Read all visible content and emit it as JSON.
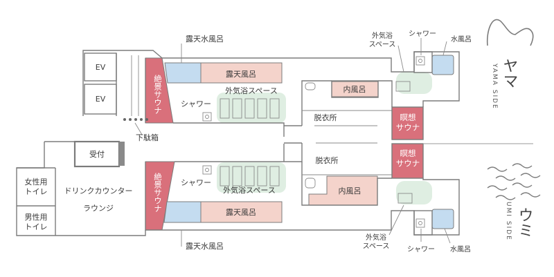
{
  "labels": {
    "rotenmizuburo_top": "露天水風呂",
    "rotenburo_top": "露天風呂",
    "sotokiyoku_top": "外気浴スペース",
    "shower_top": "シャワー",
    "zekkei_top": "絶景サウナ",
    "naiburo_top": "内風呂",
    "datsuijo_top": "脱衣所",
    "meiso_top": "瞑想サウナ",
    "meiso_bottom": "瞑想サウナ",
    "datsuijo_bottom": "脱衣所",
    "naiburo_bottom": "内風呂",
    "zekkei_bottom": "絶景サウナ",
    "shower_bottom": "シャワー",
    "sotokiyoku_bottom": "外気浴スペース",
    "rotenburo_bottom": "露天風呂",
    "rotenmizuburo_bottom": "露天水風呂",
    "ev1": "EV",
    "ev2": "EV",
    "getabako": "下駄箱",
    "uketsuke": "受付",
    "drink_counter": "ドリンクカウンター",
    "lounge": "ラウンジ",
    "women_toilet": "女性用トイレ",
    "men_toilet": "男性用トイレ",
    "ext_sotokiyoku_top": "外気浴スペース",
    "ext_shower_top": "シャワー",
    "ext_mizuburo_top": "水風呂",
    "ext_sotokiyoku_bottom": "外気浴スペース",
    "ext_shower_bottom": "シャワー",
    "ext_mizuburo_bottom": "水風呂"
  },
  "zones": {
    "yama": {
      "name": "ヤマ",
      "sub": "YAMA SIDE"
    },
    "umi": {
      "name": "ウミ",
      "sub": "UMI SIDE"
    }
  },
  "colors": {
    "sauna": "#d9707b",
    "bath": "#f4d3cb",
    "cold_bath": "#c4dcf0",
    "outdoor_air": "#dfeee2",
    "wall": "#7b7b7b"
  }
}
